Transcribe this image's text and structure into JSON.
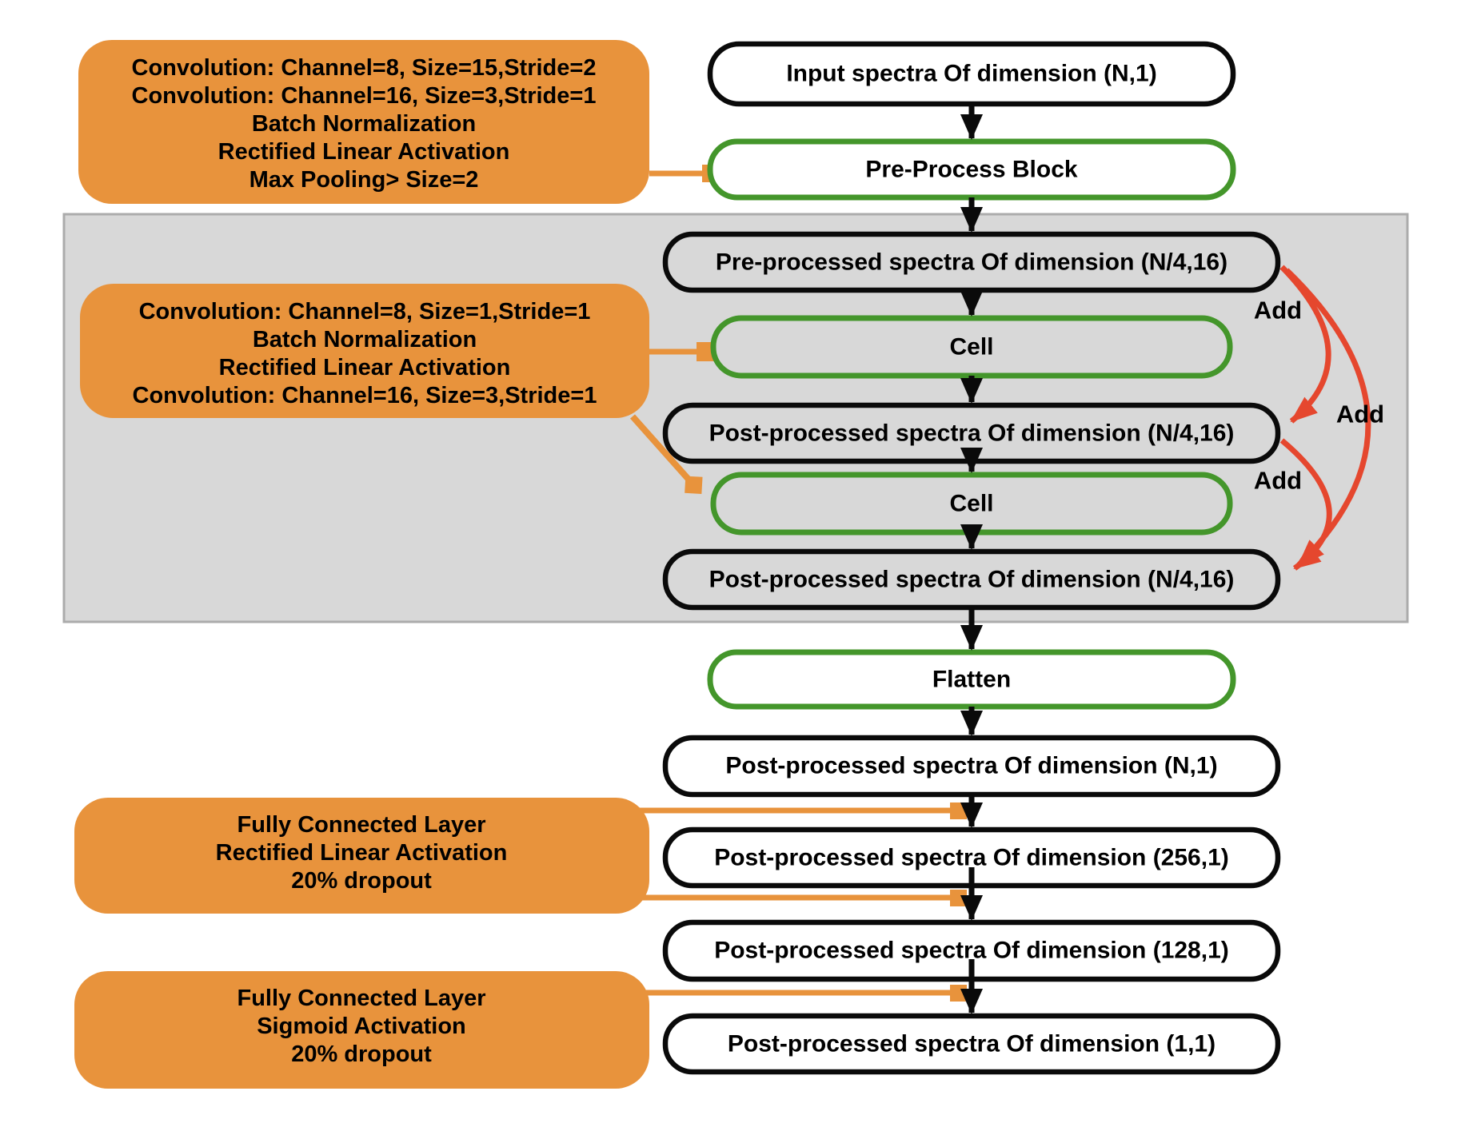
{
  "colors": {
    "orange": "#E8933C",
    "green": "#44962B",
    "red": "#E5472E",
    "black": "#0A0A0A",
    "gray_fill": "#D8D8D8",
    "gray_border": "#ABABAB",
    "box_fill": "#FFFFFF"
  },
  "annotations": {
    "preprocess_params": {
      "lines": [
        "Convolution: Channel=8, Size=15,Stride=2",
        "Convolution: Channel=16, Size=3,Stride=1",
        "Batch Normalization",
        "Rectified Linear Activation",
        "Max Pooling> Size=2"
      ]
    },
    "cell_params": {
      "lines": [
        "Convolution: Channel=8, Size=1,Stride=1",
        "Batch Normalization",
        "Rectified Linear Activation",
        "Convolution: Channel=16, Size=3,Stride=1"
      ]
    },
    "fc_relu": {
      "lines": [
        "Fully Connected Layer",
        "Rectified Linear Activation",
        "20% dropout"
      ]
    },
    "fc_sigmoid": {
      "lines": [
        "Fully Connected Layer",
        "Sigmoid Activation",
        "20% dropout"
      ]
    }
  },
  "nodes": {
    "input": "Input spectra Of dimension (N,1)",
    "preprocess_block": "Pre-Process Block",
    "preprocessed": "Pre-processed spectra Of dimension (N/4,16)",
    "cell1": "Cell",
    "post1": "Post-processed spectra Of dimension (N/4,16)",
    "cell2": "Cell",
    "post2": "Post-processed spectra Of dimension (N/4,16)",
    "flatten": "Flatten",
    "post_n": "Post-processed spectra Of dimension (N,1)",
    "post_256": "Post-processed spectra Of dimension (256,1)",
    "post_128": "Post-processed spectra Of dimension (128,1)",
    "post_1": "Post-processed spectra Of dimension (1,1)"
  },
  "edge_labels": {
    "add_top": "Add",
    "add_right": "Add",
    "add_bottom": "Add"
  }
}
